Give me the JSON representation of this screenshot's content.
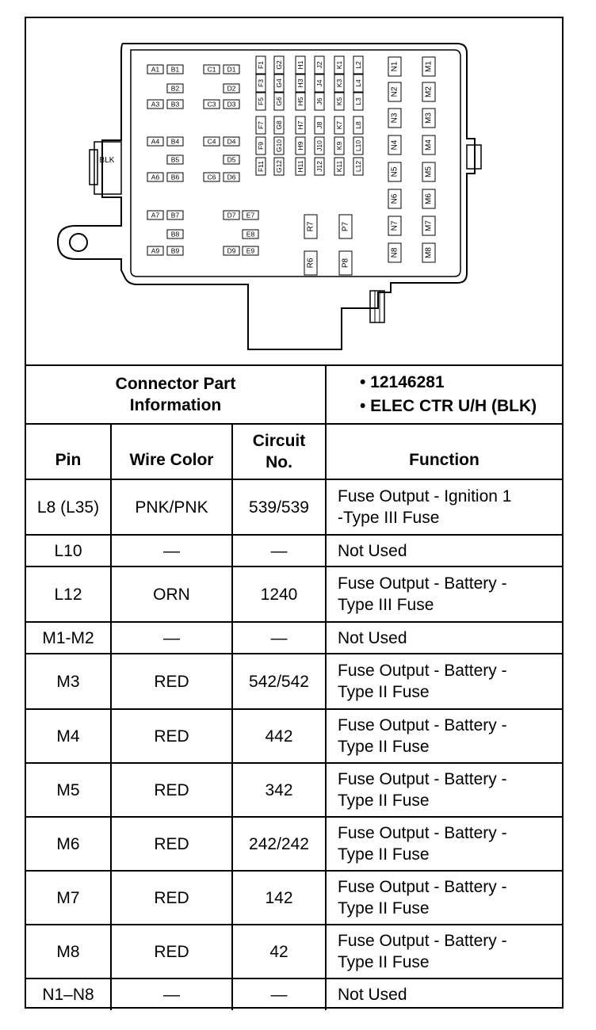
{
  "diagram": {
    "blk_label": "BLK",
    "labels_a": [
      "A1",
      "A3",
      "A4",
      "A6",
      "A7",
      "A9"
    ],
    "labels_b": [
      "B1",
      "B2",
      "B3",
      "B4",
      "B5",
      "B6",
      "B7",
      "B8",
      "B9"
    ],
    "labels_c": [
      "C1",
      "C3",
      "C4",
      "C6"
    ],
    "labels_d": [
      "D1",
      "D2",
      "D3",
      "D4",
      "D5",
      "D6",
      "D7",
      "D9"
    ],
    "labels_e": [
      "E7",
      "E8",
      "E9"
    ],
    "labels_f": [
      "F1",
      "F3",
      "F5",
      "F7",
      "F9",
      "F11"
    ],
    "labels_g": [
      "G2",
      "G4",
      "G6",
      "G8",
      "G10",
      "G12"
    ],
    "labels_h": [
      "H1",
      "H3",
      "H5",
      "H7",
      "H9",
      "H11"
    ],
    "labels_j": [
      "J2",
      "J4",
      "J6",
      "J8",
      "J10",
      "J12"
    ],
    "labels_k": [
      "K1",
      "K3",
      "K5",
      "K7",
      "K9",
      "K11"
    ],
    "labels_l": [
      "L2",
      "L4",
      "L3",
      "L8",
      "L10",
      "L12"
    ],
    "labels_n": [
      "N1",
      "N2",
      "N3",
      "N4",
      "N5",
      "N6",
      "N7",
      "N8"
    ],
    "labels_m": [
      "M1",
      "M2",
      "M3",
      "M4",
      "M5",
      "M6",
      "M7",
      "M8"
    ],
    "labels_r": [
      "R7",
      "R6"
    ],
    "labels_p": [
      "P7",
      "P8"
    ]
  },
  "connector": {
    "label_line1": "Connector Part",
    "label_line2": "Information",
    "info_line1": "•  12146281",
    "info_line2": "•  ELEC CTR U/H (BLK)"
  },
  "headers": {
    "pin": "Pin",
    "wire_color": "Wire Color",
    "circuit_line1": "Circuit",
    "circuit_line2": "No.",
    "function": "Function"
  },
  "rows": [
    {
      "pin": "L8 (L35)",
      "wire": "PNK/PNK",
      "circuit": "539/539",
      "func1": "Fuse Output - Ignition 1",
      "func2": "-Type III Fuse"
    },
    {
      "pin": "L10",
      "wire": "—",
      "circuit": "—",
      "func1": "Not Used",
      "func2": ""
    },
    {
      "pin": "L12",
      "wire": "ORN",
      "circuit": "1240",
      "func1": "Fuse Output - Battery -",
      "func2": "Type III Fuse"
    },
    {
      "pin": "M1-M2",
      "wire": "—",
      "circuit": "—",
      "func1": "Not Used",
      "func2": ""
    },
    {
      "pin": "M3",
      "wire": "RED",
      "circuit": "542/542",
      "func1": "Fuse Output - Battery -",
      "func2": "Type II Fuse"
    },
    {
      "pin": "M4",
      "wire": "RED",
      "circuit": "442",
      "func1": "Fuse Output - Battery -",
      "func2": "Type II Fuse"
    },
    {
      "pin": "M5",
      "wire": "RED",
      "circuit": "342",
      "func1": "Fuse Output - Battery -",
      "func2": "Type II Fuse"
    },
    {
      "pin": "M6",
      "wire": "RED",
      "circuit": "242/242",
      "func1": "Fuse Output - Battery -",
      "func2": "Type II Fuse"
    },
    {
      "pin": "M7",
      "wire": "RED",
      "circuit": "142",
      "func1": "Fuse Output - Battery -",
      "func2": "Type II Fuse"
    },
    {
      "pin": "M8",
      "wire": "RED",
      "circuit": "42",
      "func1": "Fuse Output - Battery -",
      "func2": "Type II Fuse"
    },
    {
      "pin": "N1–N8",
      "wire": "—",
      "circuit": "—",
      "func1": "Not Used",
      "func2": ""
    }
  ]
}
